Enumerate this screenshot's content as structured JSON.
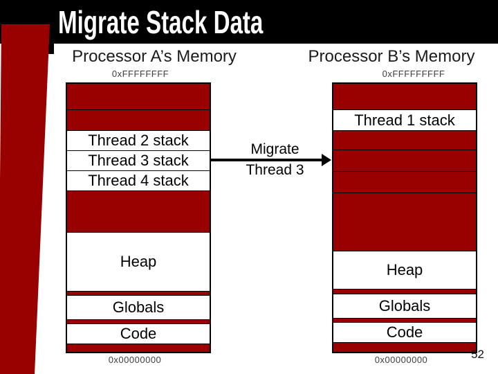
{
  "slide": {
    "title": "Migrate Stack Data",
    "page_number": "52"
  },
  "colors": {
    "accent_red": "#990000",
    "title_bar_black": "#000000",
    "segment_border": "#000000"
  },
  "left_memory": {
    "title": "Processor A’s Memory",
    "top_address": "0xFFFFFFFF",
    "bottom_address": "0x00000000",
    "segments": [
      {
        "label": "",
        "fill": "red",
        "h": 37
      },
      {
        "label": "",
        "fill": "red",
        "h": 30
      },
      {
        "label": "Thread 2 stack",
        "fill": "white",
        "h": 29
      },
      {
        "label": "Thread 3 stack",
        "fill": "white",
        "h": 29
      },
      {
        "label": "Thread 4 stack",
        "fill": "white",
        "h": 29
      },
      {
        "label": "",
        "fill": "red",
        "h": 60
      },
      {
        "label": "Heap",
        "fill": "white",
        "h": 85
      },
      {
        "label": "",
        "fill": "red",
        "h": 6
      },
      {
        "label": "Globals",
        "fill": "white",
        "h": 35
      },
      {
        "label": "",
        "fill": "red",
        "h": 6
      },
      {
        "label": "Code",
        "fill": "white",
        "h": 29
      },
      {
        "label": "",
        "fill": "red",
        "h": 12
      }
    ]
  },
  "right_memory": {
    "title": "Processor B’s Memory",
    "top_address": "0xFFFFFFFFF",
    "bottom_address": "0x00000000",
    "segments": [
      {
        "label": "",
        "fill": "red",
        "h": 37
      },
      {
        "label": "Thread 1 stack",
        "fill": "white",
        "h": 30
      },
      {
        "label": "",
        "fill": "red",
        "h": 28
      },
      {
        "label": "",
        "fill": "red",
        "h": 31
      },
      {
        "label": "",
        "fill": "red",
        "h": 31
      },
      {
        "label": "",
        "fill": "red",
        "h": 84
      },
      {
        "label": "Heap",
        "fill": "white",
        "h": 55
      },
      {
        "label": "",
        "fill": "red",
        "h": 7
      },
      {
        "label": "Globals",
        "fill": "white",
        "h": 35
      },
      {
        "label": "",
        "fill": "red",
        "h": 6
      },
      {
        "label": "Code",
        "fill": "white",
        "h": 29
      },
      {
        "label": "",
        "fill": "red",
        "h": 14
      }
    ]
  },
  "migration": {
    "label_line1": "Migrate",
    "label_line2": "Thread 3"
  }
}
